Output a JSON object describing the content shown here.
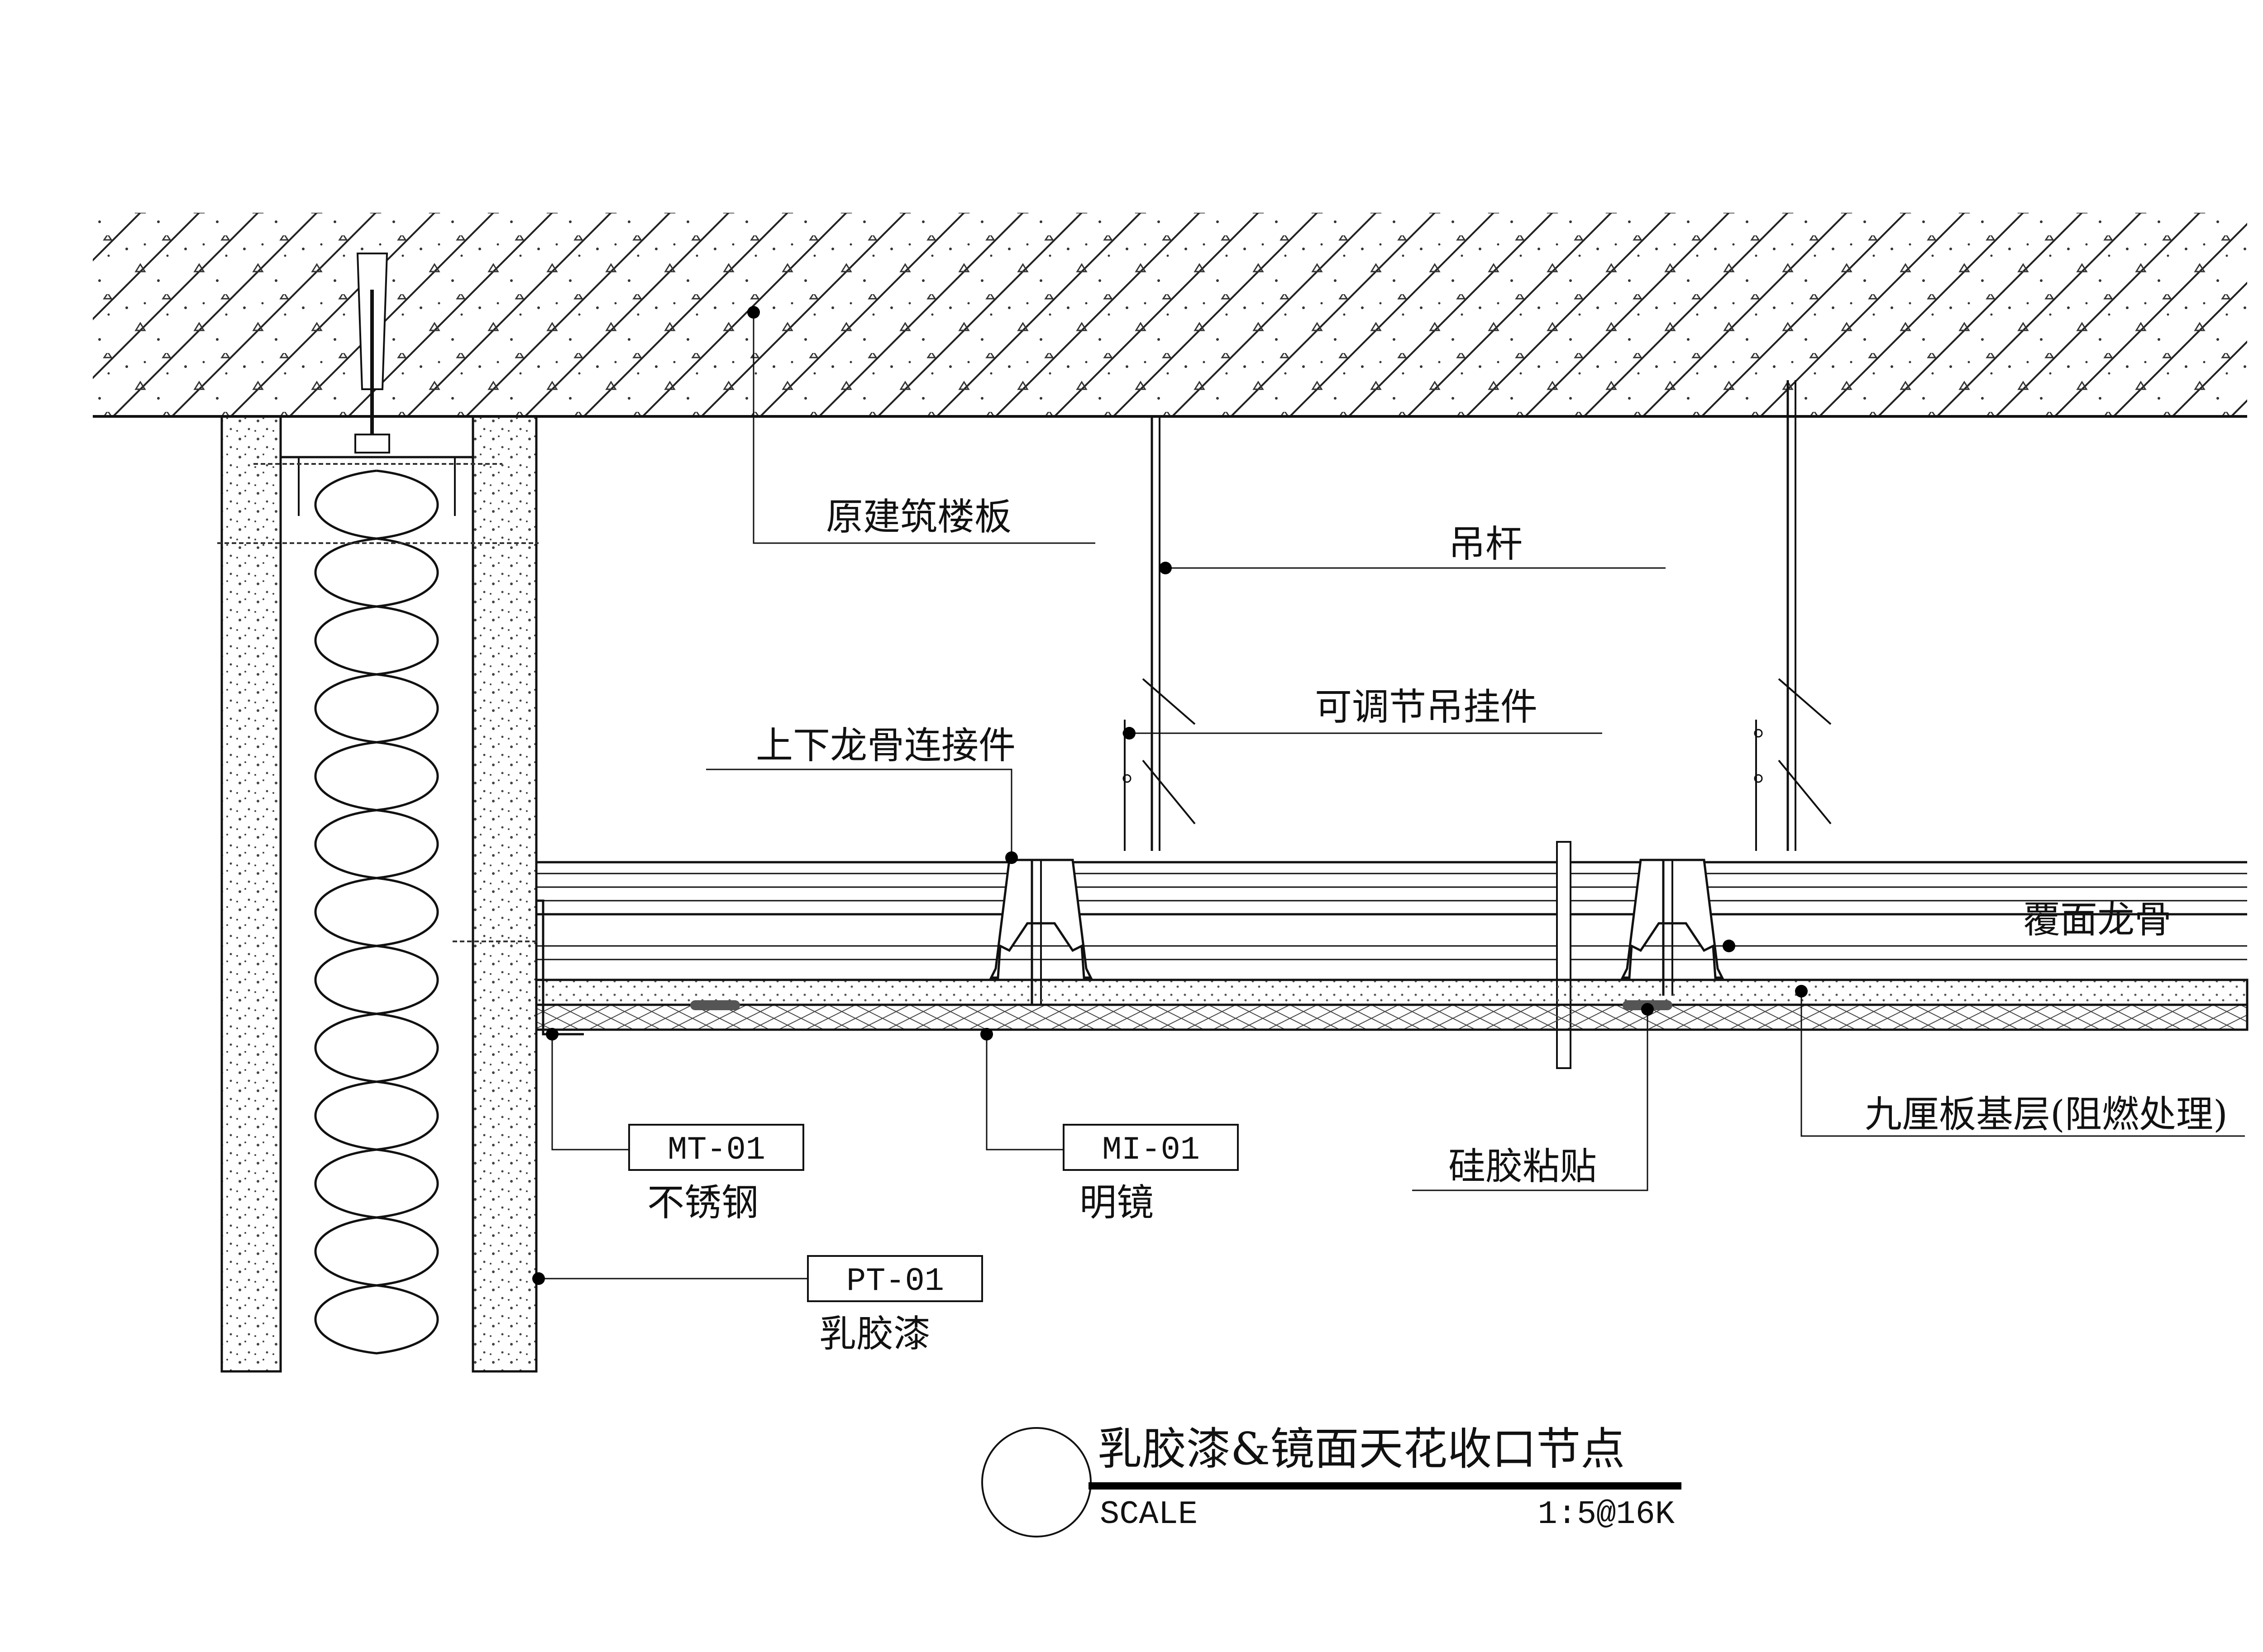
{
  "labels": {
    "floor_slab": "原建筑楼板",
    "hanger_rod": "吊杆",
    "adjustable_hanger": "可调节吊挂件",
    "keel_connector": "上下龙骨连接件",
    "cover_keel": "覆面龙骨",
    "plywood_base": "九厘板基层(阻燃处理)",
    "silicone_bond": "硅胶粘贴",
    "mt_code": "MT-01",
    "mt_name": "不锈钢",
    "mi_code": "MI-01",
    "mi_name": "明镜",
    "pt_code": "PT-01",
    "pt_name": "乳胶漆"
  },
  "title_block": {
    "title": "乳胶漆&镜面天花收口节点",
    "scale_label": "SCALE",
    "scale_value": "1:5@16K"
  }
}
